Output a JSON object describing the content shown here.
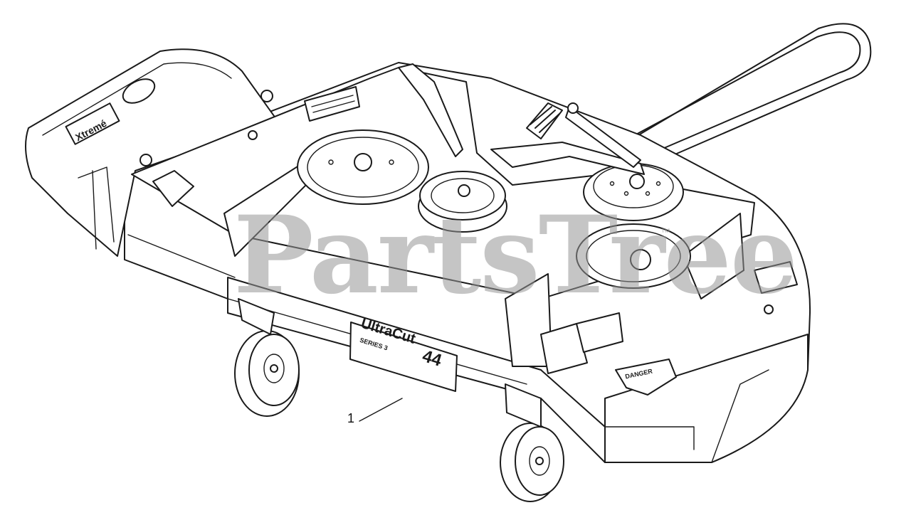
{
  "diagram": {
    "callouts": [
      {
        "label": "1"
      }
    ],
    "watermark": {
      "text": "PartsTree",
      "trademark": "™"
    },
    "decals": {
      "brand_logo": "Xtremé",
      "deck_model": "UltraCut",
      "deck_size": "44",
      "deck_series": "SERIES 3",
      "warning_badge": "DANGER"
    },
    "colors": {
      "line": "#1a1a1a",
      "background": "#ffffff",
      "watermark": "#969696"
    }
  }
}
